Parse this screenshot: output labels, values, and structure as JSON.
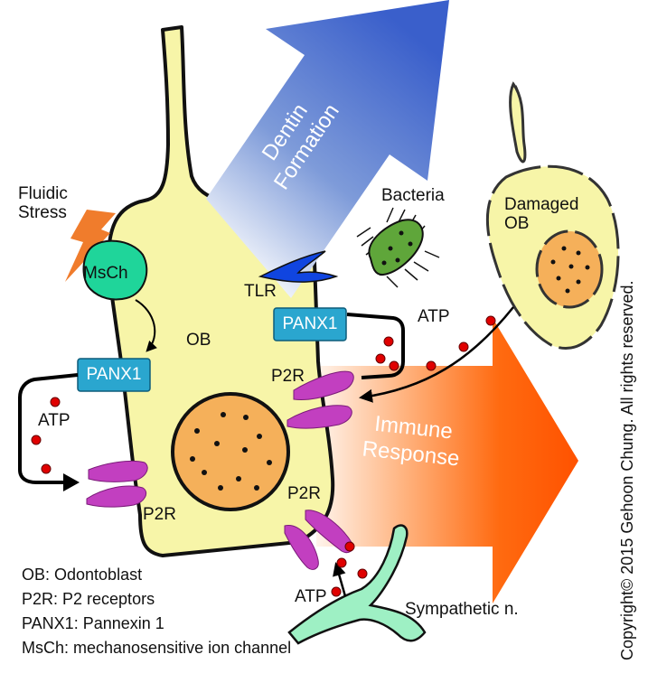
{
  "labels": {
    "fluidic_stress": "Fluidic\nStress",
    "msch": "MsCh",
    "tlr": "TLR",
    "bacteria": "Bacteria",
    "damaged_ob": "Damaged\nOB",
    "ob": "OB",
    "panx1_left": "PANX1",
    "panx1_right": "PANX1",
    "atp_left": "ATP",
    "atp_right": "ATP",
    "atp_bottom": "ATP",
    "p2r_top": "P2R",
    "p2r_left": "P2R",
    "p2r_bottom": "P2R",
    "sympathetic": "Sympathetic n."
  },
  "arrows": {
    "dentin_formation": "Dentin\nFormation",
    "immune_response": "Immune\nResponse"
  },
  "legend": [
    "OB: Odontoblast",
    "P2R: P2 receptors",
    "PANX1: Pannexin 1",
    "MsCh: mechanosensitive ion channel"
  ],
  "copyright": "Copyright© 2015 Gehoon Chung. All rights reserved.",
  "colors": {
    "cell_fill": "#f7f5a8",
    "nucleus_fill": "#f5b05a",
    "panx1_fill": "#2aa6cf",
    "p2r_fill": "#c23fc0",
    "msch_fill": "#1fd59a",
    "tlr_fill": "#1045e0",
    "bacteria_fill": "#5fa63a",
    "nerve_fill": "#9ef0c4",
    "dentin_arrow": "#3e63cc",
    "immune_arrow": "#ff5a00",
    "atp_dot": "#e00000",
    "lightning": "#f07c2c"
  }
}
